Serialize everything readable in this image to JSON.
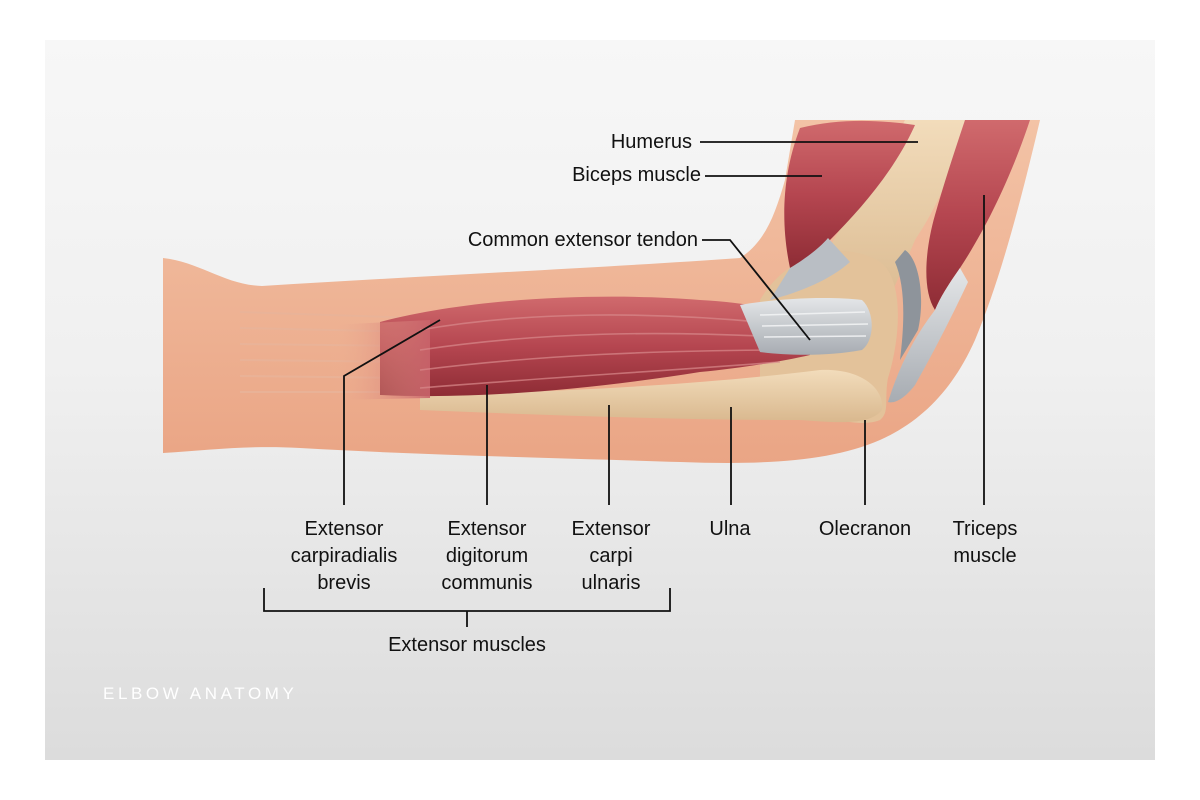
{
  "caption": "ELBOW ANATOMY",
  "labels": {
    "humerus": "Humerus",
    "biceps": "Biceps muscle",
    "common_extensor_tendon": "Common extensor tendon",
    "ecrb": [
      "Extensor",
      "carpiradialis",
      "brevis"
    ],
    "edc": [
      "Extensor",
      "digitorum",
      "communis"
    ],
    "ecu": [
      "Extensor",
      "carpi",
      "ulnaris"
    ],
    "ulna": "Ulna",
    "olecranon": "Olecranon",
    "triceps": [
      "Triceps",
      "muscle"
    ],
    "extensor_group": "Extensor muscles"
  },
  "colors": {
    "skin": "#f1b596",
    "skin_dark": "#e39a7a",
    "muscle": "#b4424a",
    "muscle_dark": "#8f2b34",
    "bone": "#ecd0a8",
    "tendon": "#c8ccd0",
    "leader": "#111111"
  }
}
